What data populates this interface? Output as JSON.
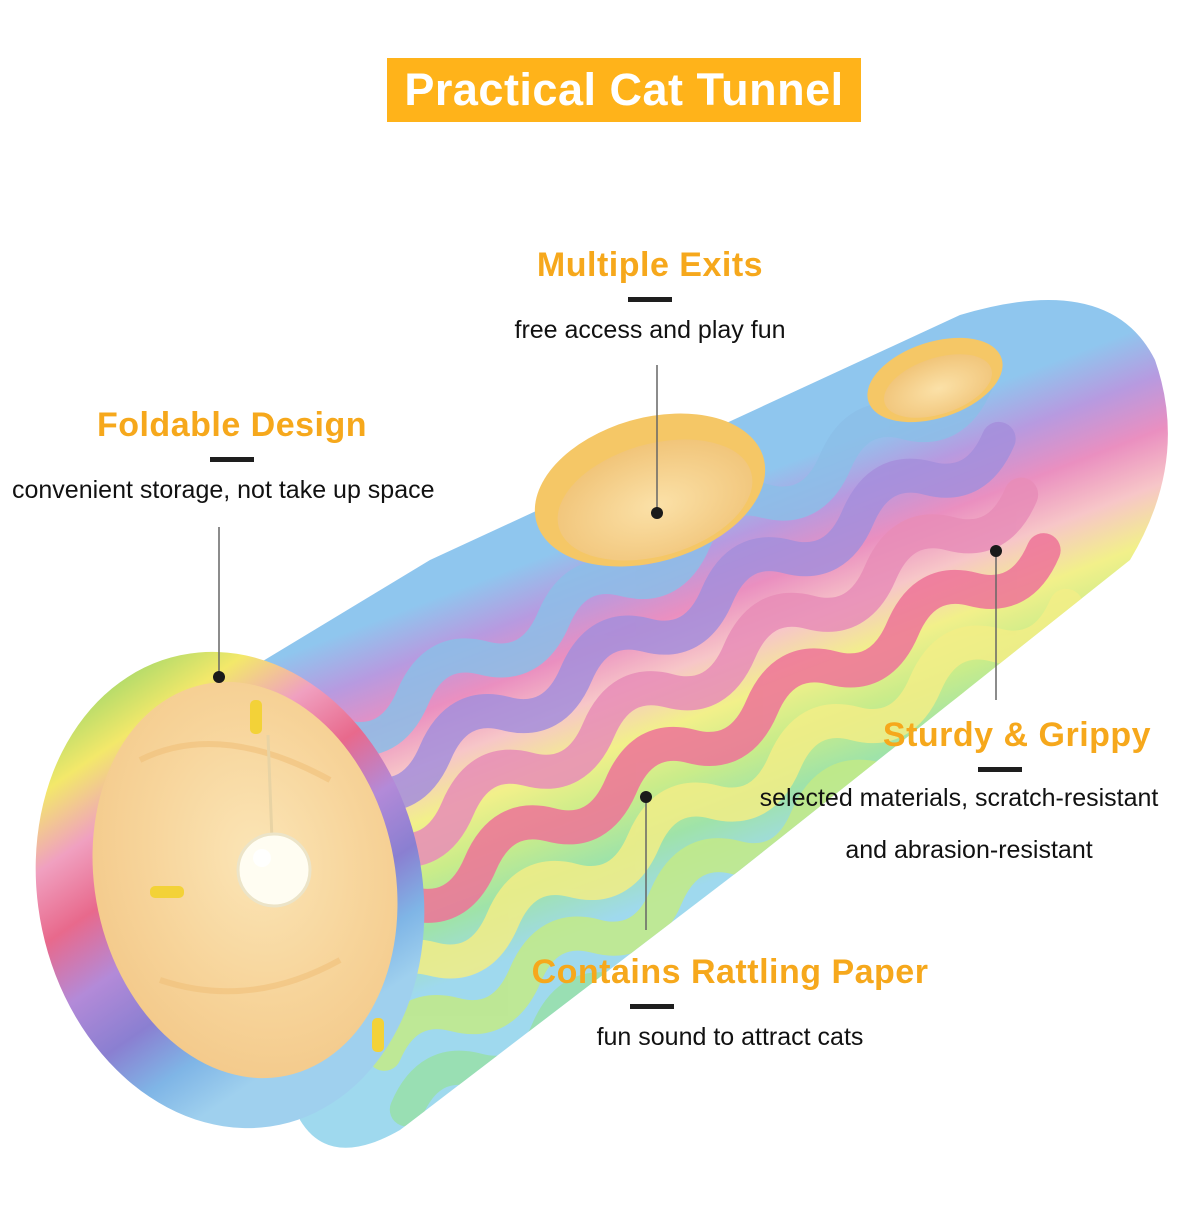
{
  "title": "Practical Cat Tunnel",
  "colors": {
    "banner": "#ffb31a",
    "feature_title": "#f6a81c",
    "description": "#111111"
  },
  "features": {
    "multiple_exits": {
      "title": "Multiple Exits",
      "desc": [
        "free access and play fun"
      ]
    },
    "foldable_design": {
      "title": "Foldable Design",
      "desc": [
        "convenient storage, not take up space"
      ]
    },
    "sturdy_grippy": {
      "title": "Sturdy & Grippy",
      "desc": [
        "selected materials, scratch-resistant",
        "and abrasion-resistant"
      ]
    },
    "rattling_paper": {
      "title": "Contains Rattling Paper",
      "desc": [
        "fun sound to attract cats"
      ]
    }
  },
  "product_image": "rainbow-striped-plush-cat-tunnel-with-hanging-pom-pom-ball"
}
